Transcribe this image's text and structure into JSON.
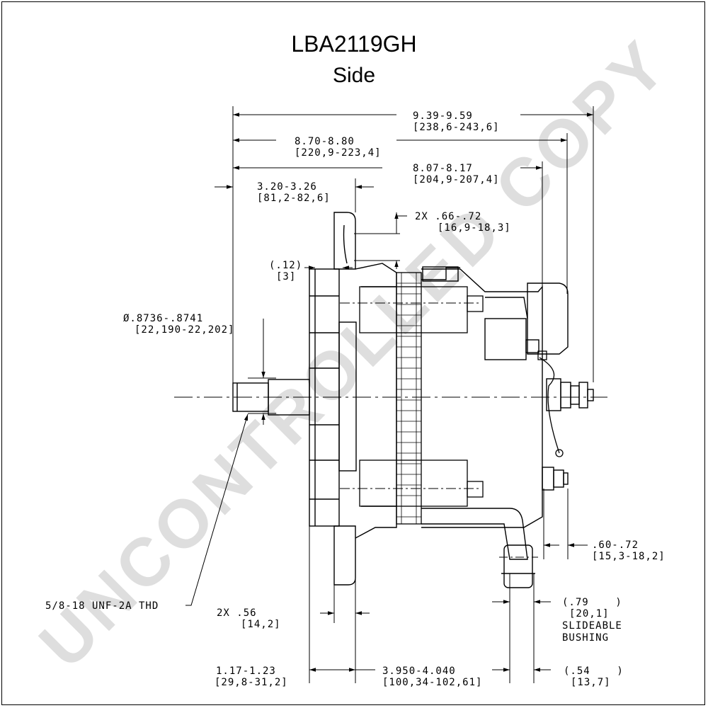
{
  "title": "LBA2119GH",
  "view": "Side",
  "watermark": "UNCONTROLLED COPY",
  "dimensions": {
    "overall_length": {
      "value": "9.39-9.59",
      "metric": "[238,6-243,6]"
    },
    "to_terminal": {
      "value": "8.70-8.80",
      "metric": "[220,9-223,4]"
    },
    "to_housing": {
      "value": "8.07-8.17",
      "metric": "[204,9-207,4]"
    },
    "to_pulley_face": {
      "value": "3.20-3.26",
      "metric": "[81,2-82,6]"
    },
    "mount_ear": {
      "value": "2X .66-.72",
      "metric": "[16,9-18,3]"
    },
    "fan_gap": {
      "value": "(.12)",
      "metric": "[3]"
    },
    "shaft_diameter": {
      "value": "Ø.8736-.8741",
      "metric": "[22,190-22,202]"
    },
    "thread": {
      "value": "5/8-18 UNF-2A THD"
    },
    "ear_width": {
      "value": "2X .56",
      "metric": "[14,2]"
    },
    "terminal_offset": {
      "value": ".60-.72",
      "metric": "[15,3-18,2]"
    },
    "bushing": {
      "value": "(.79    )",
      "metric": "[20,1]",
      "note1": "SLIDEABLE",
      "note2": "BUSHING"
    },
    "front_mount": {
      "value": "1.17-1.23",
      "metric": "[29,8-31,2]"
    },
    "mount_span": {
      "value": "3.950-4.040",
      "metric": "[100,34-102,61]"
    },
    "rear_mount": {
      "value": "(.54    )",
      "metric": "[13,7]"
    }
  }
}
